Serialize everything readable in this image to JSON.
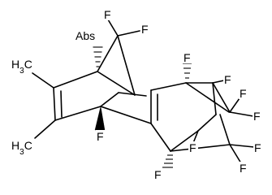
{
  "molecule": {
    "atom_labels": {
      "abs": "Abs",
      "f": "F",
      "h3c": "H3C"
    },
    "atoms": [
      {
        "name": "abs-stereo-label",
        "label_key": "abs"
      },
      {
        "name": "f-bridge-left",
        "label_key": "f"
      },
      {
        "name": "f-bridge-right",
        "label_key": "f"
      },
      {
        "name": "f-bridgehead-lower-left",
        "label_key": "f"
      },
      {
        "name": "f-bridgehead-upper-right",
        "label_key": "f"
      },
      {
        "name": "f-bridgehead-lower-right",
        "label_key": "f"
      },
      {
        "name": "f-cf2-upper-a",
        "label_key": "f"
      },
      {
        "name": "f-cf2-upper-b",
        "label_key": "f"
      },
      {
        "name": "f-cf2-lower-a",
        "label_key": "f"
      },
      {
        "name": "f-cf2-lower-b",
        "label_key": "f"
      },
      {
        "name": "f-bridge-upper-right",
        "label_key": "f"
      },
      {
        "name": "f-bridge-lower-right",
        "label_key": "f"
      }
    ],
    "methyl_groups": [
      {
        "name": "methyl-upper-left"
      },
      {
        "name": "methyl-lower-left"
      }
    ]
  }
}
